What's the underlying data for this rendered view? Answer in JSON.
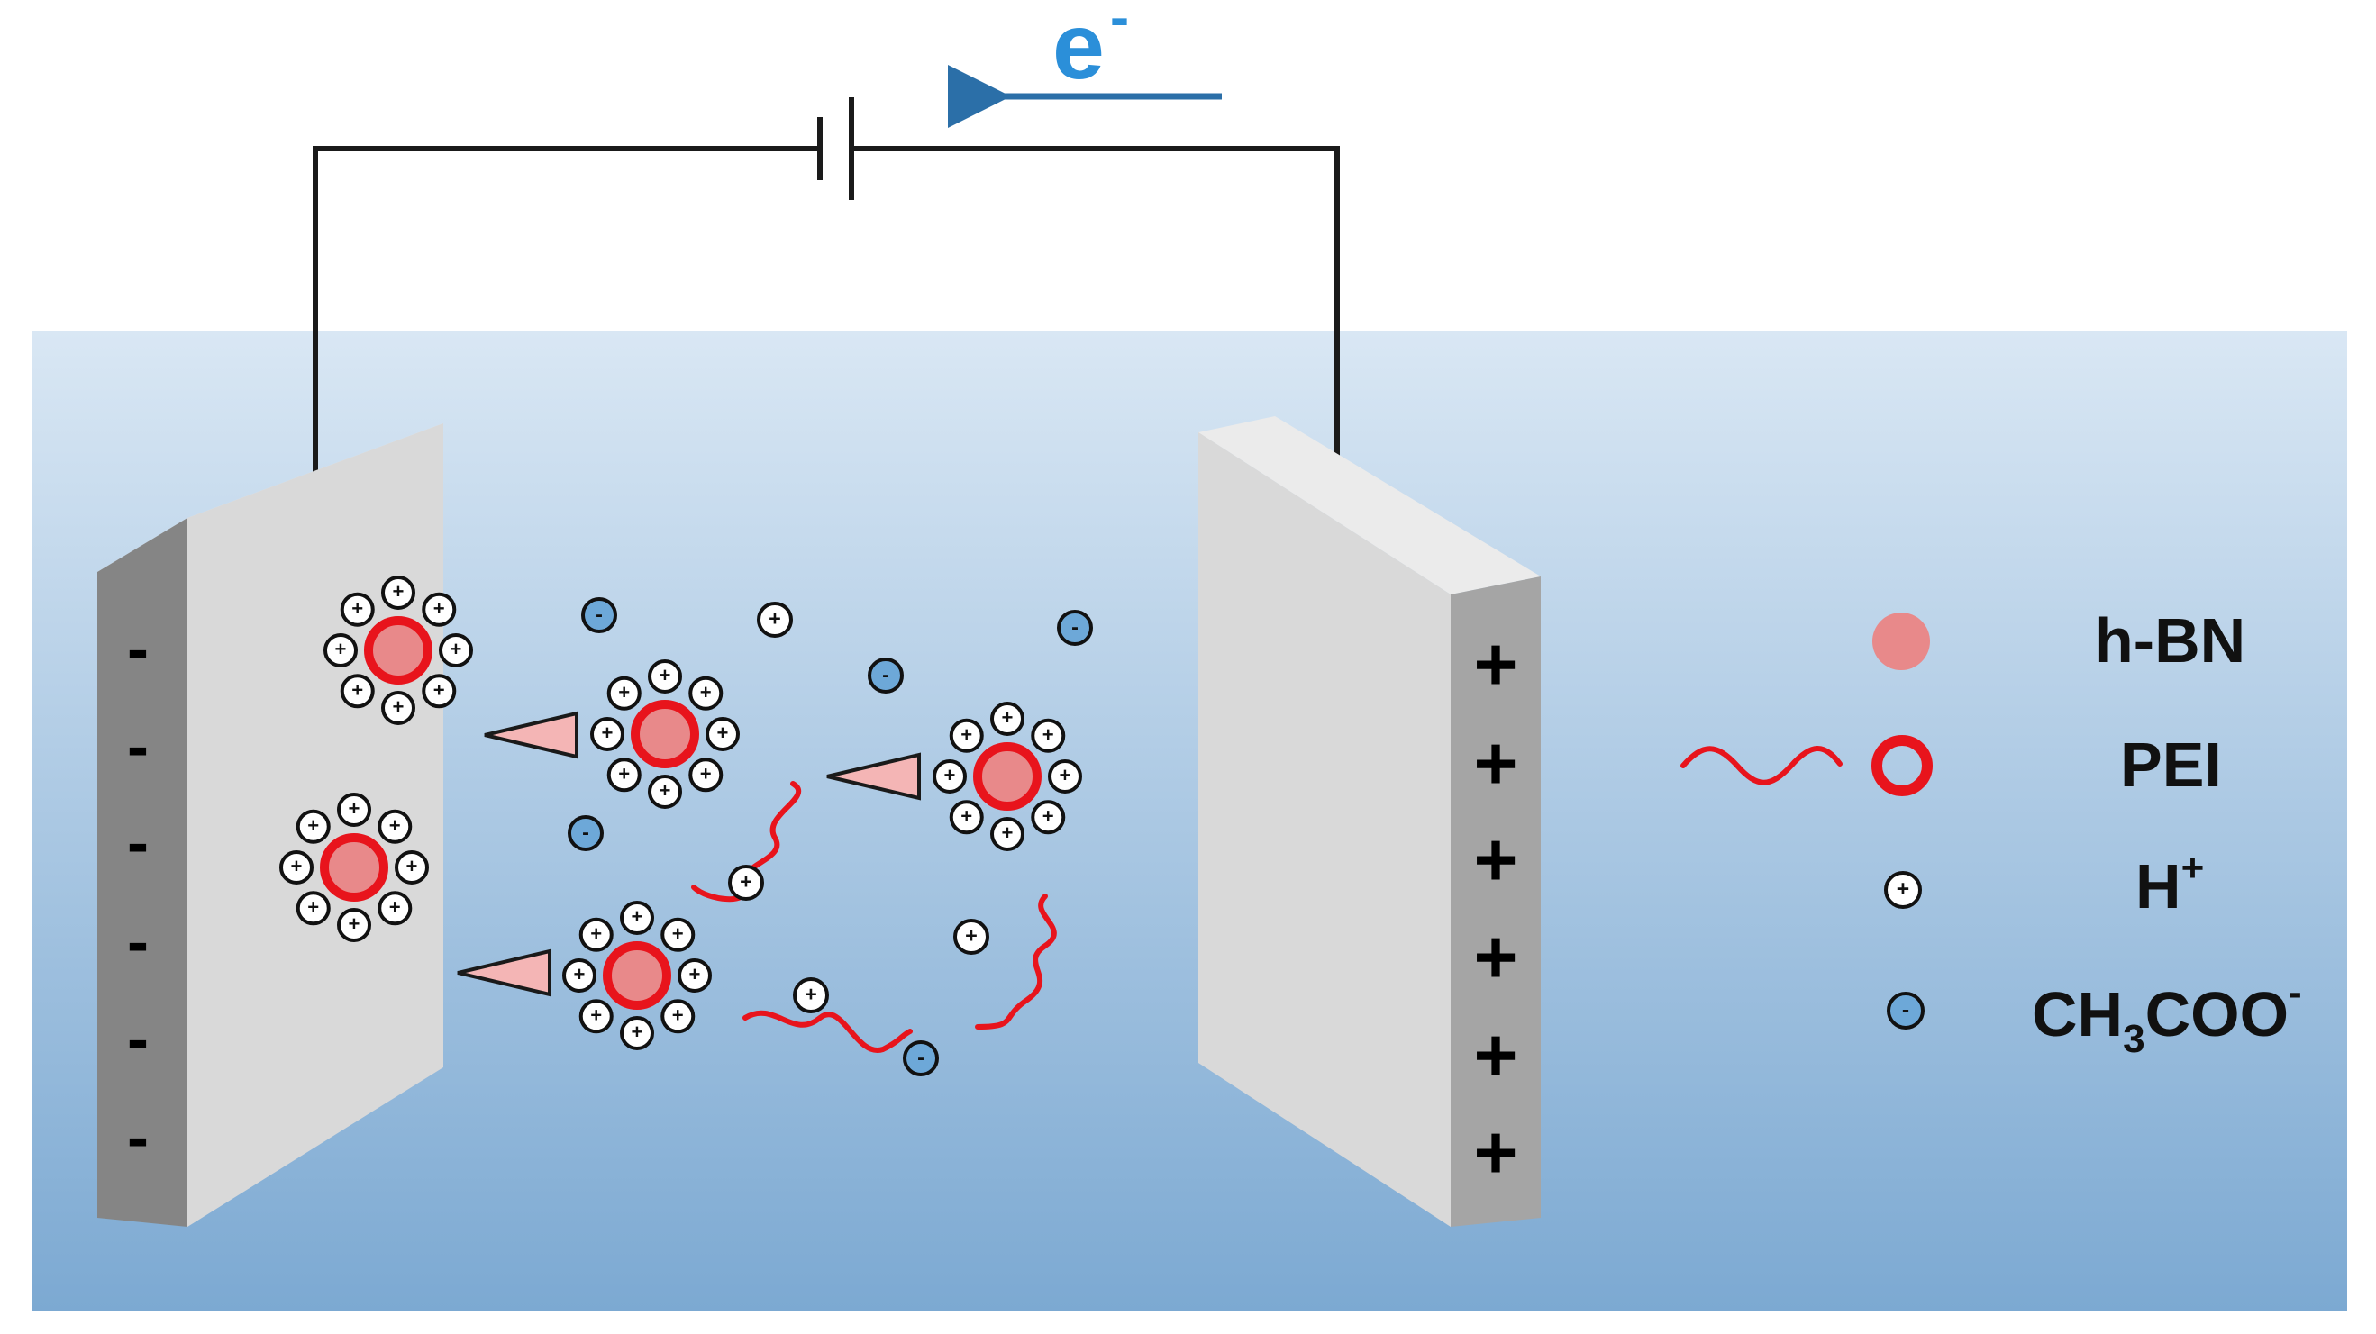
{
  "electron": {
    "label": "e",
    "superscript": "-"
  },
  "electrodes": {
    "cathode_sign": "-",
    "anode_sign": "+"
  },
  "particles": {
    "ion_plus": "+",
    "ion_minus": "-"
  },
  "legend": {
    "hbn": "h-BN",
    "pei": "PEI",
    "h_plus_base": "H",
    "h_plus_sup": "+",
    "acetate_part1": "CH",
    "acetate_sub": "3",
    "acetate_part2": "COO",
    "acetate_sup": "-"
  },
  "colors": {
    "electrolyte_top": "#d7e6f3",
    "electrolyte_bottom": "#7eacd3",
    "wire": "#1a1a1a",
    "electron_blue": "#2b8fd9",
    "arrow_blue": "#2b6fa8",
    "plate_front": "#d9d9d9",
    "plate_top": "#ececec",
    "plate_edge": "#8a8a8a",
    "hbn_fill": "#e8898a",
    "pei_red": "#e8141c",
    "anion_fill": "#6da8d8",
    "cone_fill": "#f4b5b5"
  }
}
